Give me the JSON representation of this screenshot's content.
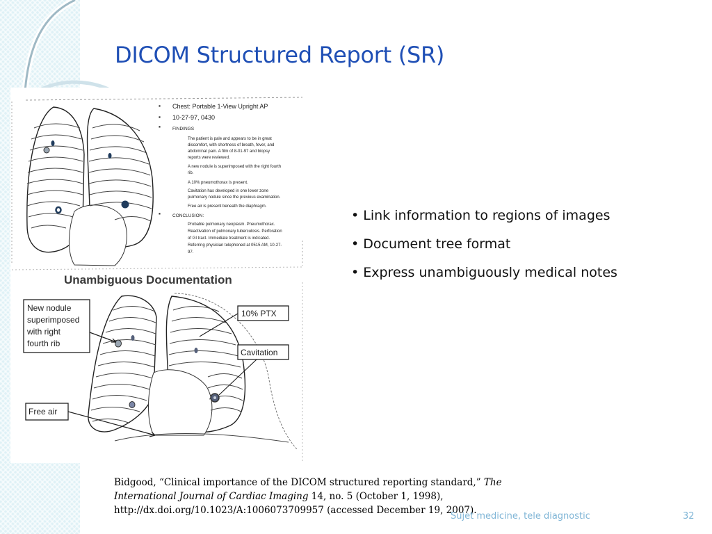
{
  "slide": {
    "title": "DICOM Structured Report (SR)",
    "bullets": [
      "Link information to regions of images",
      "Document tree format",
      "Express unambiguously medical notes"
    ],
    "citation": {
      "author_title": "Bidgood, “Clinical importance of the DICOM structured reporting standard,” ",
      "journal": "The International Journal of Cardiac Imaging",
      "rest": " 14, no. 5 (October 1, 1998), http://dx.doi.org/10.1023/A:1006073709957 (accessed December 19, 2007)."
    },
    "footer_text": "Sujet medicine, tele diagnostic",
    "page_number": "32"
  },
  "figure": {
    "report": {
      "header_line1": "Chest: Portable 1-View Upright AP",
      "header_line2": "10-27-97, 0430",
      "findings_label": "FINDINGS",
      "findings_lines": [
        "The patient is pale and appears to be in great",
        "discomfort, with shortness of breath, fever, and",
        "abdominal pain. A film of 8-01-97 and biopsy",
        "reports were reviewed.",
        "A new nodule is superimposed with the right fourth",
        "rib.",
        "A 10% pneumothorax is present.",
        "Cavitation has developed in one lower zone",
        "pulmonary nodule since the previous examination.",
        "Free air is present beneath the diaphragm."
      ],
      "conclusion_label": "CONCLUSION:",
      "conclusion_lines": [
        "Probable pulmonary neoplasm. Pneumothorax.",
        "Reactivation of pulmonary tuberculosis. Perforation",
        "of GI tract. Immediate treatment is indicated.",
        "Referring physician telephoned at 0515 AM, 10-27-",
        "97."
      ]
    },
    "heading": "Unambiguous Documentation",
    "callouts": {
      "nodule": [
        "New nodule",
        "superimposed",
        "with right",
        "fourth rib"
      ],
      "ptx": "10% PTX",
      "cavitation": "Cavitation",
      "free_air": "Free air"
    }
  }
}
